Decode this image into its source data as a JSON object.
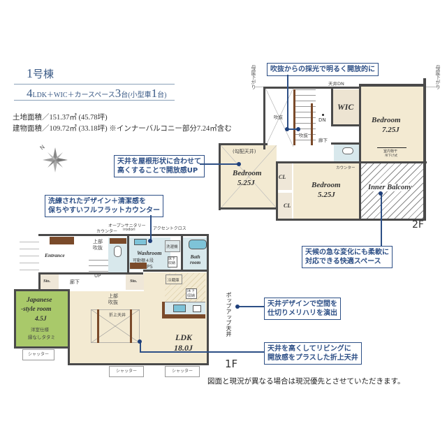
{
  "header": {
    "building_no": "1",
    "building_suffix": "号棟",
    "layout_prefix": "4",
    "layout_mid": "LDK＋WIC＋カースペース",
    "parking_count": "3",
    "parking_unit": "台(小型車",
    "small_car_count": "1",
    "small_car_unit": "台)",
    "land_area": "土地面積／151.37㎡ (45.78坪)",
    "building_area": "建物面積／109.72㎡ (33.18坪) ※インナーバルコニー部分7.24㎡含む"
  },
  "compass": {
    "icon": "compass-rose-icon",
    "north_label": "N"
  },
  "floor2": {
    "tag": "2F",
    "eaves_left": "母屋下がり",
    "eaves_right": "母屋下がり",
    "ceiling_dn": "天井DN",
    "void1": "吹抜",
    "void2": "吹抜",
    "dn": "DN",
    "hall": "廊下",
    "wic": "WIC",
    "bedroom_main": {
      "name": "Bedroom",
      "size": "7.25J"
    },
    "indoor_drying": "室内物干",
    "indoor_drying_sub": "吊下げ式",
    "bedroom_sloped_note": "(勾配天井)",
    "bedroom_left": {
      "name": "Bedroom",
      "size": "5.25J"
    },
    "cl1": "CL",
    "cl2": "CL",
    "bedroom_center": {
      "name": "Bedroom",
      "size": "5.25J"
    },
    "counter": "カウンター",
    "inner_balcony": "Inner Balcony"
  },
  "floor1": {
    "tag": "1F",
    "counter": "カウンター",
    "open_sanitary": "オープンサニタリー",
    "irodori": "irodori",
    "accent_cloth": "アクセントクロス",
    "upper_void": "上部\n吹抜",
    "entrance": "Entrance",
    "washroom": "Washroom",
    "shelf": "可動棚４段",
    "laundry": "洗濯機",
    "underfloor": "床下\n収納",
    "ps": "PS",
    "bathroom": "Bath\nroom",
    "sto1": "Sto.",
    "sto2": "Sto.",
    "hall": "廊下",
    "up": "UP",
    "fridge": "冷蔵庫",
    "kitchen_underfloor": "床下\n収納",
    "popup_ceiling": "ポップアップ天井",
    "upper_void2": "上部\n吹抜",
    "folded_ceiling": "折上天井",
    "japanese_room": {
      "name1": "Japanese",
      "name2": "-style room",
      "size": "4.5J",
      "note1": "洋室仕様",
      "note2": "縁なしタタミ"
    },
    "ldk": {
      "name": "LDK",
      "size": "18.0J"
    },
    "shutters": [
      "シャッター",
      "シャッター",
      "シャッター"
    ]
  },
  "callouts": {
    "void_light": "吹抜からの採光で明るく開放的に",
    "sloped_ceiling_1": "天井を屋根形状に合わせて",
    "sloped_ceiling_2": "高くすることで開放感UP",
    "flat_counter_1": "洗練されたデザイン＋清潔感を",
    "flat_counter_2": "保ちやすいフルフラットカウンター",
    "balcony_1": "天候の急な変化にも柔軟に",
    "balcony_2": "対応できる快適スペース",
    "ceiling_design_1": "天井デザインで空間を",
    "ceiling_design_2": "仕切りメリハリを演出",
    "folded_ceiling_1": "天井を高くしてリビングに",
    "folded_ceiling_2": "開放感をプラスした折上天井"
  },
  "footer": {
    "note": "図面と現況が異なる場合は現況優先とさせていただきます。"
  },
  "colors": {
    "accent_blue": "#2d4f86",
    "room_beige": "#f3ead2",
    "tatami_green": "#a9c96a",
    "wet_area_blue": "#d8e8ec",
    "wall_gray": "#4a4a4a",
    "wood_brown": "#7a4a2a"
  }
}
